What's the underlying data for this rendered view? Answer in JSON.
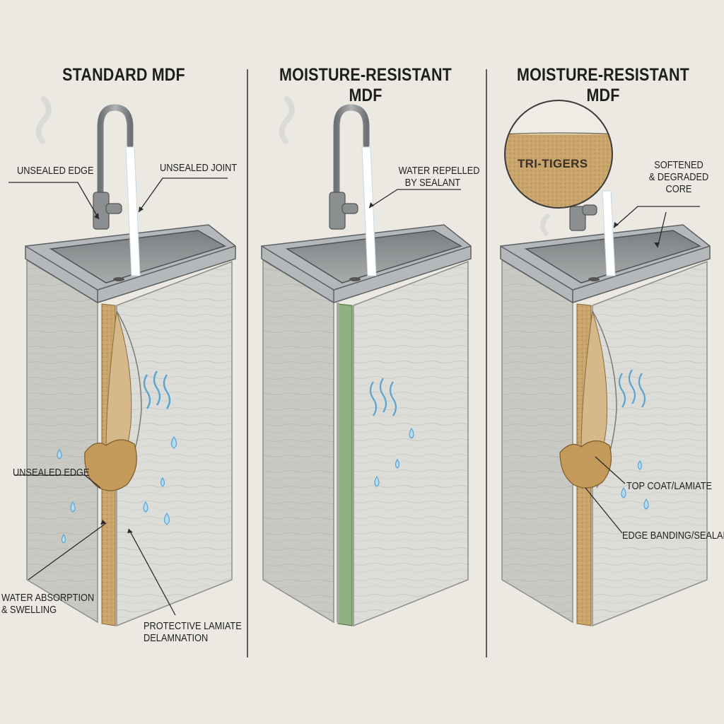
{
  "panels": [
    {
      "title": "STANDARD MDF"
    },
    {
      "title": "MOISTURE-RESISTANT MDF"
    },
    {
      "title": "MOISTURE-RESISTANT MDF"
    }
  ],
  "labels": {
    "p1_unsealed_edge_top": "UNSEALED EDGE",
    "p1_unsealed_joint": "UNSEALED JOINT",
    "p1_unsealed_edge_side": "UNSEALED EDGE",
    "p1_water_absorption": "WATER ABSORPTION\n& SWELLING",
    "p1_laminate_delamination": "PROTECTIVE LAMIATE\nDELAMNATION",
    "p2_water_repelled": "WATER REPELLED\nBY SEALANT",
    "p3_softened_core": "SOFTENED\n& DEGRADED\nCORE",
    "p3_top_coat": "TOP COAT/LAMIATE",
    "p3_edge_banding": "EDGE BANDING/SEALANT"
  },
  "logo_text": "TRI-TIGERS",
  "colors": {
    "background": "#ece9e3",
    "cabinet": "#dcdcd8",
    "mdf_core": "#c9a56c",
    "sealant_green": "#8fb07f",
    "water": "#6aaed6",
    "steel": "#8c8f90"
  }
}
